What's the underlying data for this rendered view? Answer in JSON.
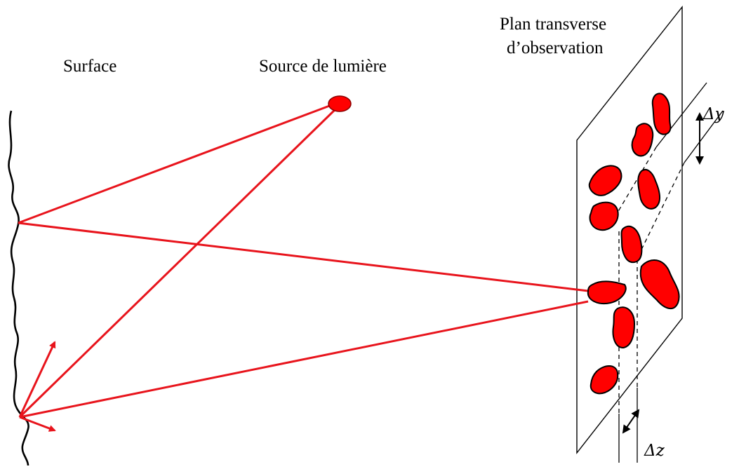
{
  "labels": {
    "surface": "Surface",
    "source": "Source de lumière",
    "plane_line1": "Plan  transverse",
    "plane_line2": "d’observation",
    "delta_y": "Δy",
    "delta_z": "Δz"
  },
  "colors": {
    "ray": "#e8141c",
    "speckle": "#ff0000",
    "outline": "#000000"
  }
}
